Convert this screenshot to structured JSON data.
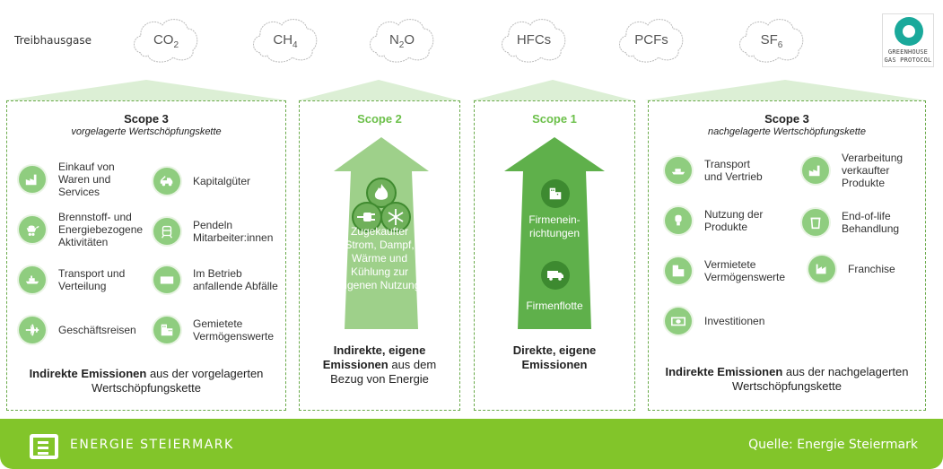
{
  "header": {
    "gases_label": "Treibhausgase",
    "gases": [
      {
        "base": "CO",
        "sub": "2",
        "suffix": ""
      },
      {
        "base": "CH",
        "sub": "4",
        "suffix": ""
      },
      {
        "base": "N",
        "sub": "2",
        "suffix": "O"
      },
      {
        "base": "HFCs",
        "sub": "",
        "suffix": ""
      },
      {
        "base": "PCFs",
        "sub": "",
        "suffix": ""
      },
      {
        "base": "SF",
        "sub": "6",
        "suffix": ""
      }
    ],
    "ghg_logo": {
      "line1": "GREENHOUSE",
      "line2": "GAS PROTOCOL",
      "icon": "ghg-ring-icon"
    }
  },
  "scope3_up": {
    "title": "Scope 3",
    "subtitle": "vorgelagerte Wertschöpfungskette",
    "items": [
      {
        "label": "Einkauf von\nWaren und\nServices",
        "icon": "factory-icon"
      },
      {
        "label": "Kapitalgüter",
        "icon": "tow-truck-icon"
      },
      {
        "label": "Brennstoff- und\nEnergiebezogene\nAktivitäten",
        "icon": "wheelbarrow-icon"
      },
      {
        "label": "Pendeln\nMitarbeiter:innen",
        "icon": "tram-icon"
      },
      {
        "label": "Transport und\nVerteilung",
        "icon": "ship-icon"
      },
      {
        "label": "Im Betrieb\nanfallende Abfälle",
        "icon": "waste-container-icon"
      },
      {
        "label": "Geschäftsreisen",
        "icon": "airplane-icon"
      },
      {
        "label": "Gemietete\nVermögenswerte",
        "icon": "buildings-icon"
      }
    ],
    "summary_bold": "Indirekte Emissionen",
    "summary_rest": " aus der vorgelagerten",
    "summary_line2": "Wertschöpfungskette"
  },
  "scope2": {
    "title": "Scope 2",
    "icons": [
      "fire-icon",
      "plug-icon",
      "snowflake-icon"
    ],
    "arrow_text": "Zugekaufter\nStrom, Dampf,\nWärme und\nKühlung zur\neigenen Nutzung",
    "summary_bold1": "Indirekte, eigene",
    "summary_bold2": "Emissionen",
    "summary_rest2": " aus dem",
    "summary_line3": "Bezug von Energie",
    "color": "#9ed08a"
  },
  "scope1": {
    "title": "Scope 1",
    "item1": "Firmenein-\nrichtungen",
    "item2": "Firmenflotte",
    "icons": [
      "buildings-icon",
      "truck-icon"
    ],
    "summary_line1": "Direkte, eigene",
    "summary_line2": "Emissionen",
    "color": "#5fb04b"
  },
  "scope3_down": {
    "title": "Scope 3",
    "subtitle": "nachgelagerte Wertschöpfungskette",
    "items": [
      {
        "label": "Transport\nund Vertrieb",
        "icon": "ship-icon"
      },
      {
        "label": "Verarbeitung\nverkaufter\nProdukte",
        "icon": "factory-icon"
      },
      {
        "label": "Nutzung der\nProdukte",
        "icon": "lightbulb-icon"
      },
      {
        "label": "End-of-life\nBehandlung",
        "icon": "recycle-bin-icon"
      },
      {
        "label": "Vermietete\nVermögenswerte",
        "icon": "buildings-icon"
      },
      {
        "label": "Franchise",
        "icon": "factory-icon"
      },
      {
        "label": "Investitionen",
        "icon": "banknote-icon"
      }
    ],
    "summary_bold": "Indirekte Emissionen",
    "summary_rest": " aus der nachgelagerten",
    "summary_line2": "Wertschöpfungskette"
  },
  "footer": {
    "brand": "ENERGIE STEIERMARK",
    "source": "Quelle: Energie Steiermark",
    "color": "#82c52a"
  }
}
